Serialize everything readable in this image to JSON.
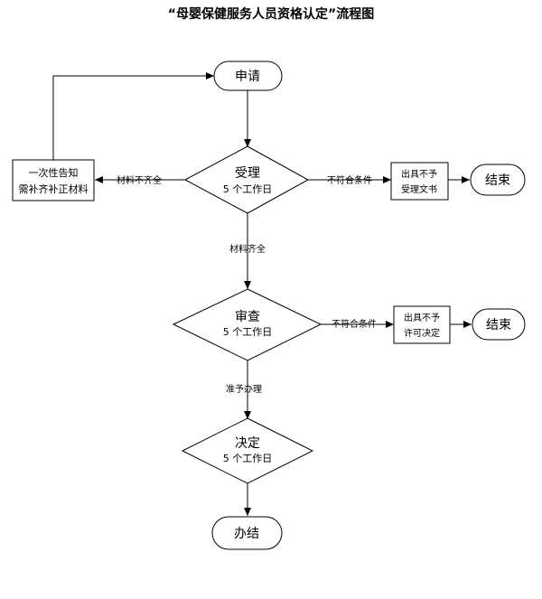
{
  "title": "“母婴保健服务人员资格认定”流程图",
  "nodes": {
    "apply": "申请",
    "accept": {
      "title": "受理",
      "duration": "5 个工作日"
    },
    "notify": [
      "一次性告知",
      "需补齐补正材料"
    ],
    "reject1": [
      "出具不予",
      "受理文书"
    ],
    "end1": "结束",
    "review": {
      "title": "审查",
      "duration": "5 个工作日"
    },
    "reject2": [
      "出具不予",
      "许可决定"
    ],
    "end2": "结束",
    "decide": {
      "title": "决定",
      "duration": "5 个工作日"
    },
    "finish": "办结"
  },
  "edges": {
    "incomplete": "材料不齐全",
    "complete": "材料齐全",
    "not_qualified_1": "不符合条件",
    "not_qualified_2": "不符合条件",
    "approve": "准予办理"
  }
}
